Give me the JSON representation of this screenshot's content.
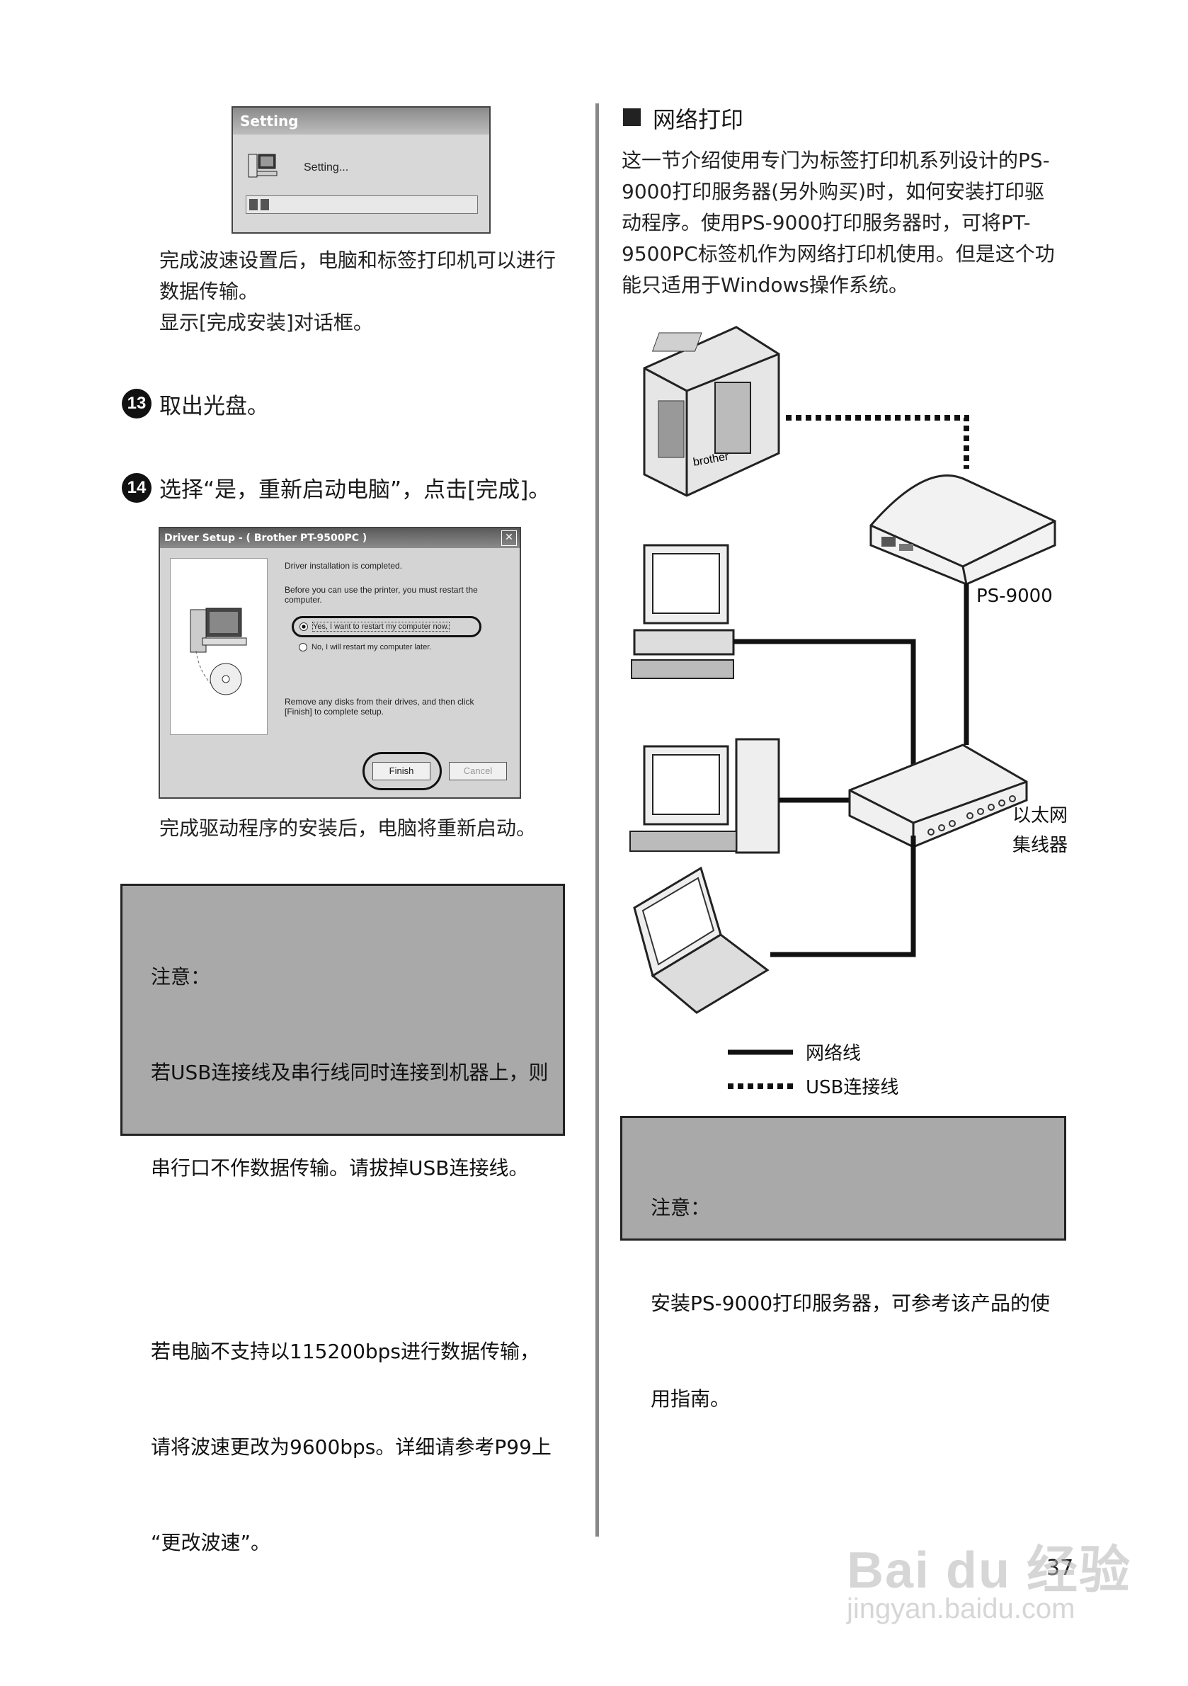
{
  "setting_dialog": {
    "title": "Setting",
    "message": "Setting...",
    "progress": 0.1
  },
  "left_text_1": [
    "完成波速设置后，电脑和标签打印机可以进行",
    "数据传输。",
    "显示[完成安装]对话框。"
  ],
  "step13": {
    "num": "13",
    "text": "取出光盘。"
  },
  "step14": {
    "num": "14",
    "text": "选择“是，重新启动电脑”，点击[完成]。"
  },
  "driver_dialog": {
    "title": "Driver Setup - ( Brother PT-9500PC )",
    "completed": "Driver installation is completed.",
    "before_use": "Before you can use the printer, you must restart the computer.",
    "option_yes": "Yes, I want to restart my computer now.",
    "option_no": "No, I will restart my computer later.",
    "remove_disks": "Remove any disks from their drives, and then click [Finish] to complete setup.",
    "finish": "Finish",
    "cancel": "Cancel"
  },
  "left_text_2": "完成驱动程序的安装后，电脑将重新启动。",
  "note_left": {
    "title": "注意：",
    "lines": [
      "若USB连接线及串行线同时连接到机器上，则",
      "串行口不作数据传输。请拔掉USB连接线。",
      "",
      "若电脑不支持以115200bps进行数据传输，",
      "请将波速更改为9600bps。详细请参考P99上",
      "“更改波速”。"
    ]
  },
  "section": {
    "title": "网络打印",
    "lines": [
      "这一节介绍使用专门为标签打印机系列设计的PS-",
      "9000打印服务器(另外购买)时，如何安装打印驱",
      "动程序。使用PS-9000打印服务器时，可将PT-",
      "9500PC标签机作为网络打印机使用。但是这个功",
      "能只适用于Windows操作系统。"
    ]
  },
  "diagram": {
    "printer_brand": "brother",
    "ps9000_label": "PS-9000",
    "hub_label_1": "以太网",
    "hub_label_2": "集线器",
    "legend_network": "网络线",
    "legend_usb": "USB连接线"
  },
  "note_right": {
    "title": "注意：",
    "lines": [
      "安装PS-9000打印服务器，可参考该产品的使",
      "用指南。"
    ]
  },
  "page_number": "37",
  "watermark": {
    "brand": "Bai du 经验",
    "url": "jingyan.baidu.com"
  }
}
